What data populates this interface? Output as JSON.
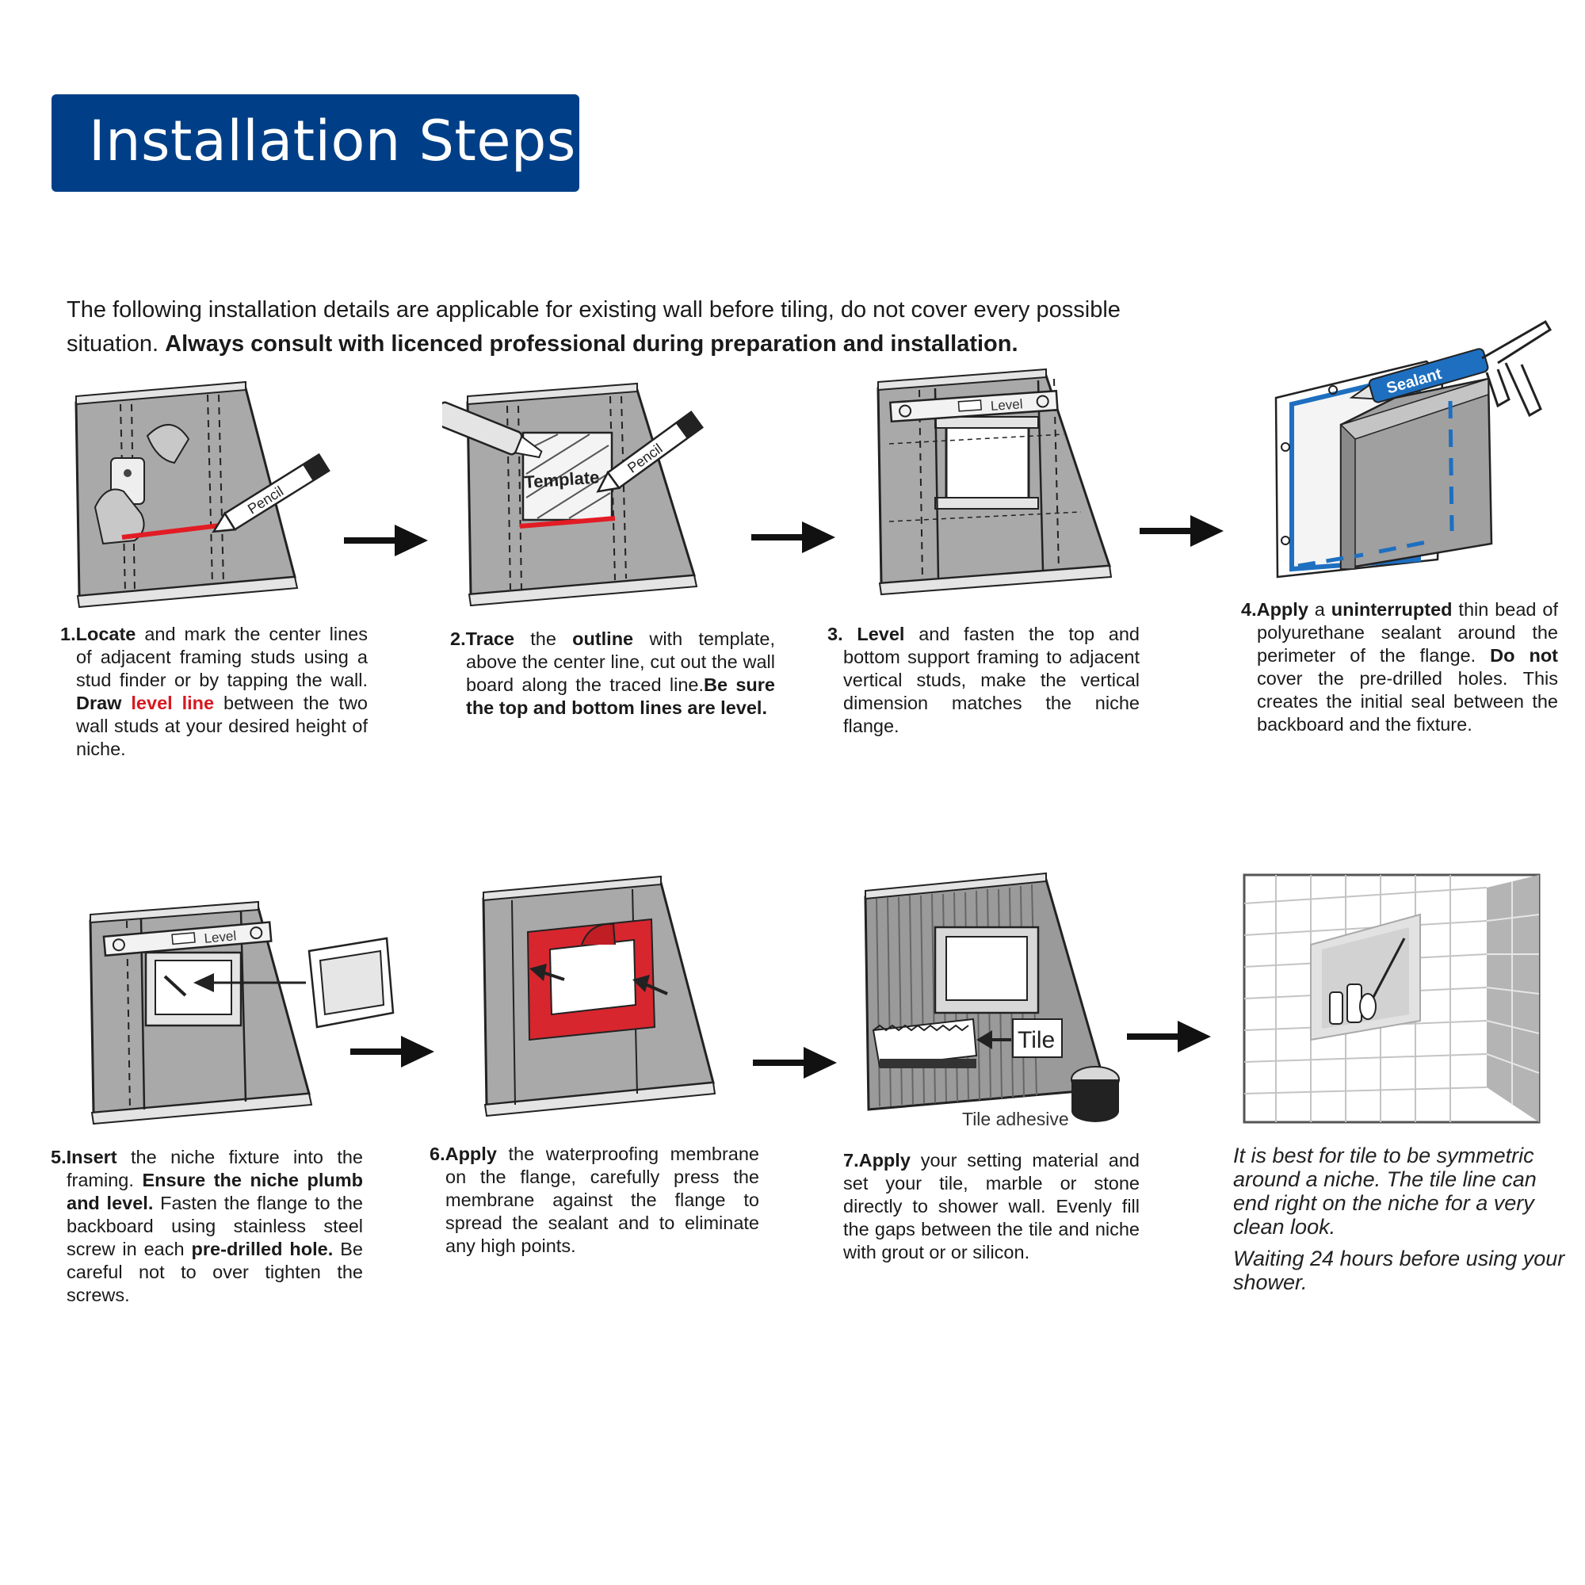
{
  "title": "Installation Steps",
  "intro": {
    "normal": "The following installation details are applicable for existing wall before tiling, do not cover every possible situation.",
    "bold": "Always consult with licenced professional during preparation and installation."
  },
  "labels": {
    "pencil": "Pencil",
    "template": "Template",
    "level": "Level",
    "sealant": "Sealant",
    "tile": "Tile",
    "tile_adhesive": "Tile adhesive"
  },
  "steps": [
    {
      "num": "1.",
      "parts": [
        {
          "t": "Locate",
          "s": "b"
        },
        {
          "t": " and mark the center lines of adjacent framing studs using a stud finder or by tapping the wall. ",
          "s": ""
        },
        {
          "t": "Draw ",
          "s": "b"
        },
        {
          "t": "level line",
          "s": "r"
        },
        {
          "t": " between the two wall studs at your desired height of niche.",
          "s": ""
        }
      ]
    },
    {
      "num": "2.",
      "parts": [
        {
          "t": "Trace",
          "s": "b"
        },
        {
          "t": " the ",
          "s": ""
        },
        {
          "t": "outline",
          "s": "b"
        },
        {
          "t": " with template, above the center line, cut out the wall board along the traced line.",
          "s": ""
        },
        {
          "t": "Be sure the top and bottom lines are level.",
          "s": "b"
        }
      ]
    },
    {
      "num": "3. ",
      "parts": [
        {
          "t": "Level",
          "s": "b"
        },
        {
          "t": " and fasten the top and bottom support framing to adjacent vertical studs, make the vertical dimension matches the niche flange.",
          "s": ""
        }
      ]
    },
    {
      "num": "4.",
      "parts": [
        {
          "t": "Apply",
          "s": "b"
        },
        {
          "t": " a ",
          "s": ""
        },
        {
          "t": "uninterrupted",
          "s": "b"
        },
        {
          "t": " thin bead of polyurethane sealant around the perimeter of the flange. ",
          "s": ""
        },
        {
          "t": "Do not",
          "s": "b"
        },
        {
          "t": " cover the pre-drilled holes. This creates the initial seal between the backboard and the fixture.",
          "s": ""
        }
      ]
    },
    {
      "num": "5.",
      "parts": [
        {
          "t": "Insert",
          "s": "b"
        },
        {
          "t": " the niche fixture into the framing. ",
          "s": ""
        },
        {
          "t": "Ensure the niche plumb and level.",
          "s": "b"
        },
        {
          "t": " Fasten the flange to the backboard using stainless steel screw in each ",
          "s": ""
        },
        {
          "t": "pre-drilled hole.",
          "s": "b"
        },
        {
          "t": " Be careful not to over tighten the screws.",
          "s": ""
        }
      ]
    },
    {
      "num": "6.",
      "parts": [
        {
          "t": "Apply",
          "s": "b"
        },
        {
          "t": " the waterproofing membrane on the flange, carefully press the membrane against the flange to spread the sealant and to eliminate any high points.",
          "s": ""
        }
      ]
    },
    {
      "num": "7.",
      "parts": [
        {
          "t": "Apply",
          "s": "b"
        },
        {
          "t": " your setting material and set your tile, marble or stone directly to shower wall. Evenly fill the gaps between the tile and niche with grout or or silicon.",
          "s": ""
        }
      ]
    }
  ],
  "final_notes": [
    "It is best for tile to be symmetric around a niche. The tile line can end right on the niche for a very clean look.",
    "Waiting 24 hours before using your shower."
  ]
}
